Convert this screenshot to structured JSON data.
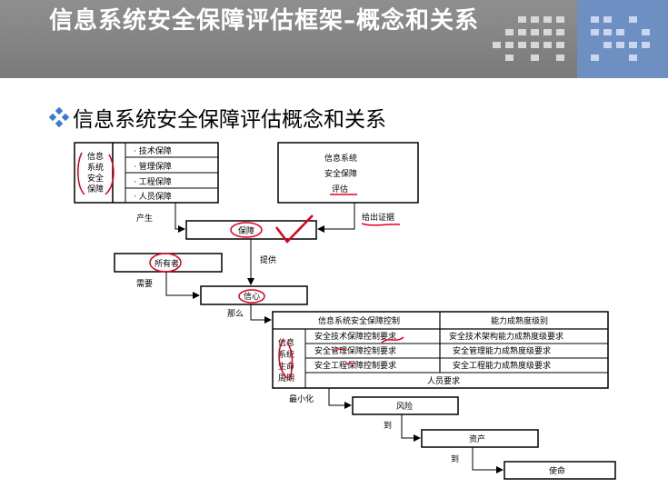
{
  "slide": {
    "title": "信息系统安全保障评估框架–概念和关系",
    "subtitle": "信息系统安全保障评估概念和关系"
  },
  "diagram": {
    "left_box": {
      "label_chars": [
        "信息",
        "系统",
        "安全",
        "保障"
      ],
      "items": [
        "· 技术保障",
        "· 管理保障",
        "· 工程保障",
        "· 人员保障"
      ]
    },
    "right_box": {
      "lines": [
        "信息系统",
        "安全保障",
        "评估"
      ]
    },
    "produce": "产生",
    "give_evidence": "给出证据",
    "assurance": "保障",
    "provide": "提供",
    "owner": "所有者",
    "need": "需要",
    "confidence": "信心",
    "so": "那么",
    "lifecycle_chars": [
      "信息",
      "系统",
      "生命",
      "周期"
    ],
    "table": {
      "headers": [
        "信息系统安全保障控制",
        "能力成熟度级别"
      ],
      "rows": [
        [
          "安全技术保障控制要求",
          "安全技术架构能力成熟度级要求"
        ],
        [
          "安全管理保障控制要求",
          "安全管理能力成熟度级要求"
        ],
        [
          "安全工程保障控制要求",
          "安全工程能力成熟度级要求"
        ]
      ],
      "last_row": "人员要求"
    },
    "minimize": "最小化",
    "risk": "风险",
    "to1": "到",
    "asset": "资产",
    "to2": "到",
    "mission": "使命"
  }
}
